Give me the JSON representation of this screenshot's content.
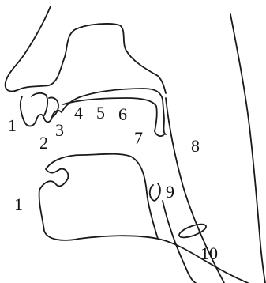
{
  "diagram": {
    "labels": {
      "upper_lip": "1",
      "upper_teeth": "2",
      "alveolar_ridge": "3",
      "hard_palate_front": "4",
      "hard_palate_mid": "5",
      "hard_palate_back": "6",
      "velum": "7",
      "pharynx": "8",
      "epiglottis": "9",
      "larynx": "10",
      "lower_lip": "1"
    }
  }
}
